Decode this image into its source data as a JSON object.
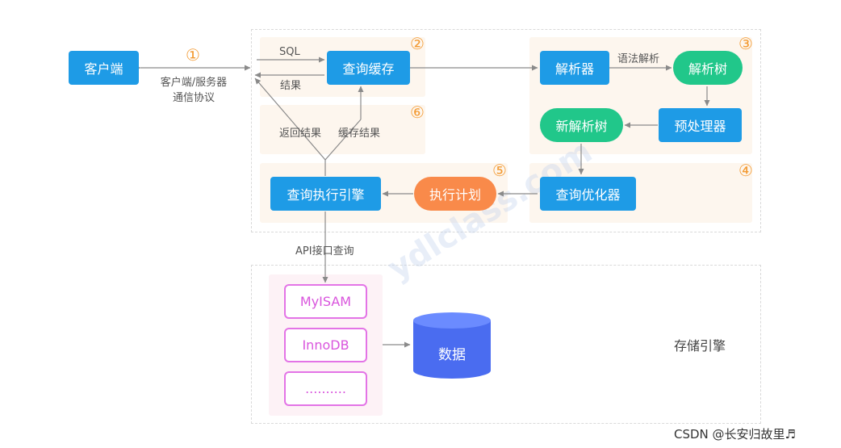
{
  "nodes": {
    "client": "客户端",
    "query_cache": "查询缓存",
    "parser": "解析器",
    "parse_tree": "解析树",
    "preprocessor": "预处理器",
    "new_parse_tree": "新解析树",
    "optimizer": "查询优化器",
    "exec_plan": "执行计划",
    "exec_engine": "查询执行引擎",
    "data": "数据"
  },
  "labels": {
    "protocol": "客户端/服务器\n通信协议",
    "sql": "SQL",
    "result": "结果",
    "syntax_parse": "语法解析",
    "return_result": "返回结果",
    "cache_result": "缓存结果",
    "api_query": "API接口查询",
    "storage_engine": "存储引擎"
  },
  "steps": [
    "①",
    "②",
    "③",
    "④",
    "⑤",
    "⑥"
  ],
  "engines": [
    "MyISAM",
    "InnoDB",
    ".........."
  ],
  "watermark": "ydlclass.com",
  "credit": "CSDN @长安归故里♬",
  "colors": {
    "blue_box": "#1e9be6",
    "green_pill": "#21c78a",
    "orange_pill": "#f98a4a",
    "step_number": "#f39a32",
    "engine_border": "#e374e6",
    "cylinder": "#4a6cf0"
  }
}
